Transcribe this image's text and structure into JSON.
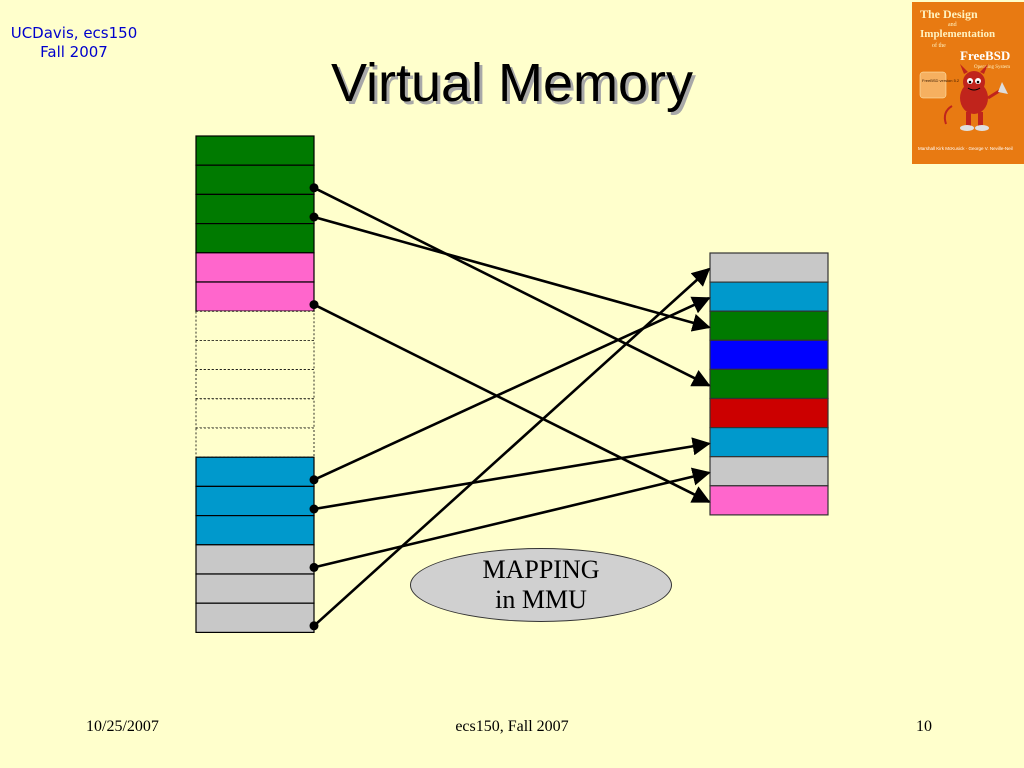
{
  "header": {
    "course_line1": "UCDavis, ecs150",
    "course_line2": "Fall 2007",
    "title": "Virtual Memory"
  },
  "book": {
    "title_lines": [
      "The Design",
      "and",
      "Implementation",
      "of the",
      "FreeBSD"
    ],
    "subtitle": "Operating System",
    "badge": "FreeBSD version 5.2",
    "authors": "Marshall Kirk McKusick · George V. Neville-Neil",
    "colors": {
      "cover": "#E87A12",
      "daemon": "#C0241C"
    }
  },
  "colors": {
    "green": "#007A00",
    "pink": "#FF66CC",
    "empty": "#FFFFCC",
    "cyan": "#0099CC",
    "gray": "#C8C8C8",
    "blue": "#0000FF",
    "red": "#CC0000"
  },
  "virtual_pages": [
    "green",
    "green",
    "green",
    "green",
    "pink",
    "pink",
    "empty",
    "empty",
    "empty",
    "empty",
    "empty",
    "cyan",
    "cyan",
    "cyan",
    "gray",
    "gray",
    "gray"
  ],
  "physical_frames": [
    "gray",
    "cyan",
    "green",
    "blue",
    "green",
    "red",
    "cyan",
    "gray",
    "pink"
  ],
  "mappings": [
    {
      "from_page": 1,
      "to_frame": 4
    },
    {
      "from_page": 2,
      "to_frame": 2
    },
    {
      "from_page": 5,
      "to_frame": 8
    },
    {
      "from_page": 11,
      "to_frame": 1
    },
    {
      "from_page": 12,
      "to_frame": 6
    },
    {
      "from_page": 14,
      "to_frame": 7
    },
    {
      "from_page": 16,
      "to_frame": 0
    }
  ],
  "mmu": {
    "line1": "MAPPING",
    "line2": "in MMU"
  },
  "footer": {
    "date": "10/25/2007",
    "course": "ecs150, Fall 2007",
    "page": "10"
  }
}
